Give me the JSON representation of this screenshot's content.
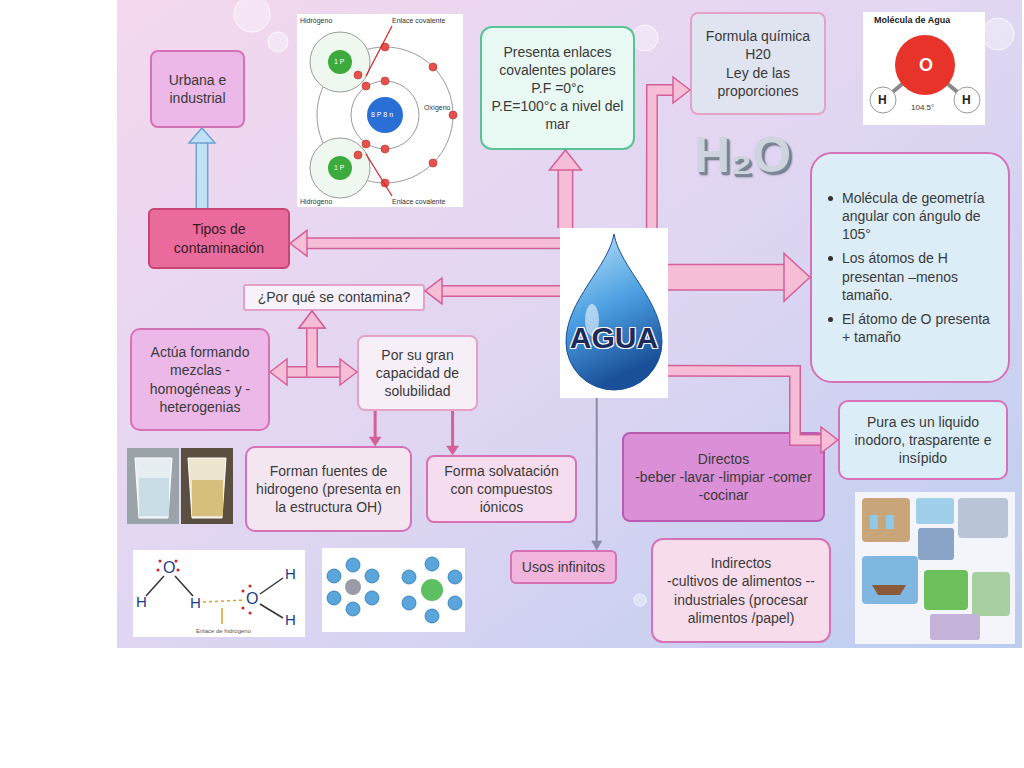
{
  "diagram": {
    "nodes": [
      {
        "text": [
          "Urbana e industrial"
        ]
      },
      {
        "text": [
          "Presenta enlaces covalentes polares",
          "P.F =0°c",
          "P.E=100°c a nivel del mar"
        ]
      },
      {
        "text": [
          "Formula química",
          "H20",
          "Ley de las proporciones"
        ]
      },
      {
        "text": [
          "Tipos de contaminación"
        ]
      },
      {
        "text": [
          "Molécula de geometría angular con ángulo de 105°",
          "Los átomos de H presentan –menos tamaño.",
          "El átomo de O presenta + tamaño"
        ]
      },
      {
        "text": [
          "AGUA"
        ]
      },
      {
        "text": [
          "¿Por qué se contamina?"
        ]
      },
      {
        "text": [
          "Actúa formando mezclas -homogéneas y -heterogenias"
        ]
      },
      {
        "text": [
          "Por su gran capacidad de solubilidad"
        ]
      },
      {
        "text": [
          "Pura es un liquido inodoro, trasparente e insípido"
        ]
      },
      {
        "text": [
          "Directos",
          "-beber -lavar -limpiar -comer -cocinar"
        ]
      },
      {
        "text": [
          "Forman fuentes de hidrogeno (presenta en la estructura OH)"
        ]
      },
      {
        "text": [
          "Forma solvatación con compuestos iónicos"
        ]
      },
      {
        "text": [
          "Indirectos",
          "-cultivos de alimentos --industriales (procesar alimentos /papel)"
        ]
      },
      {
        "text": [
          "Usos infinitos"
        ]
      }
    ],
    "edges": [
      {
        "from": 5,
        "to": 1,
        "arrow": "to"
      },
      {
        "from": 5,
        "to": 2,
        "arrow": "to"
      },
      {
        "from": 5,
        "to": 3,
        "arrow": "to"
      },
      {
        "from": 3,
        "to": 0,
        "arrow": "to"
      },
      {
        "from": 5,
        "to": 6,
        "arrow": "to"
      },
      {
        "from": 5,
        "to": 4,
        "arrow": "to"
      },
      {
        "from": 5,
        "to": 9,
        "arrow": "to"
      },
      {
        "from": 5,
        "to": 14,
        "arrow": "to"
      },
      {
        "from": 6,
        "to": 7,
        "arrow": "both"
      },
      {
        "from": 6,
        "to": 8,
        "arrow": "both"
      },
      {
        "from": 8,
        "to": 11,
        "arrow": "to"
      },
      {
        "from": 8,
        "to": 12,
        "arrow": "to"
      }
    ],
    "labels": [
      "Enlace covalente",
      "Hidrógeno",
      "1 P",
      "8 P 8 n",
      "Oxígeno",
      "Hidrógeno",
      "1 P",
      "Enlace covalente",
      "Molécula de Agua",
      "O",
      "H",
      "H",
      "104.5°",
      "H₂O",
      "O",
      "H",
      "H",
      "O",
      "H",
      "H",
      "Enlace de hidrógeno"
    ]
  }
}
